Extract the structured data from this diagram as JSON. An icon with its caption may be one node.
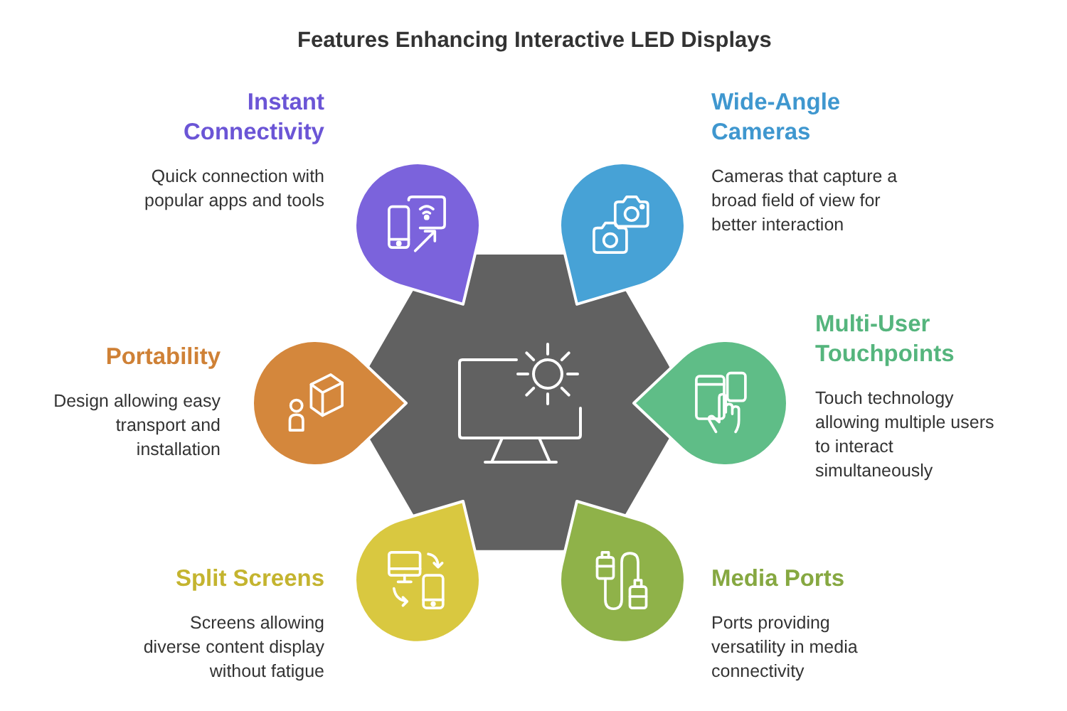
{
  "diagram": {
    "title": "Features Enhancing Interactive LED Displays",
    "nodes": [
      {
        "text": [],
        "shape": "hexagon"
      },
      {
        "text": [
          "Instant Connectivity",
          "Quick connection with popular apps and tools"
        ]
      },
      {
        "text": [
          "Wide-Angle Cameras",
          "Cameras that capture a broad field of view for better interaction"
        ]
      },
      {
        "text": [
          "Portability",
          "Design allowing easy transport and installation"
        ]
      },
      {
        "text": [
          "Multi-User Touchpoints",
          "Touch technology allowing multiple users to interact simultaneously"
        ]
      },
      {
        "text": [
          "Split Screens",
          "Screens allowing diverse content display without fatigue"
        ]
      },
      {
        "text": [
          "Media Ports",
          "Ports providing versatility in media connectivity"
        ]
      }
    ]
  }
}
